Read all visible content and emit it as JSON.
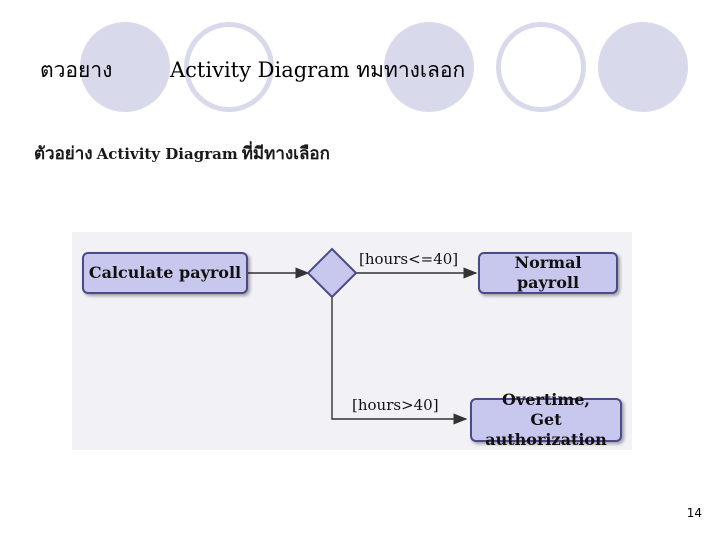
{
  "slide": {
    "title_word": "ตวอยาง",
    "title_rest": "Activity Diagram ทมทางเลอก",
    "subtitle_word": "ตัวอย่าง",
    "subtitle_mid": "Activity Diagram",
    "subtitle_end": "ที่มีทางเลือก",
    "page_number": "14"
  },
  "diagram": {
    "nodes": {
      "calculate": "Calculate payroll",
      "normal": "Normal payroll",
      "overtime_line1": "Overtime,",
      "overtime_line2": "Get authorization"
    },
    "guards": {
      "under": "[hours<=40]",
      "over": "[hours>40]"
    }
  },
  "colors": {
    "node_fill": "#c8c8ee",
    "node_border": "#4a4a8a",
    "decoration": "#d9d9ec"
  }
}
